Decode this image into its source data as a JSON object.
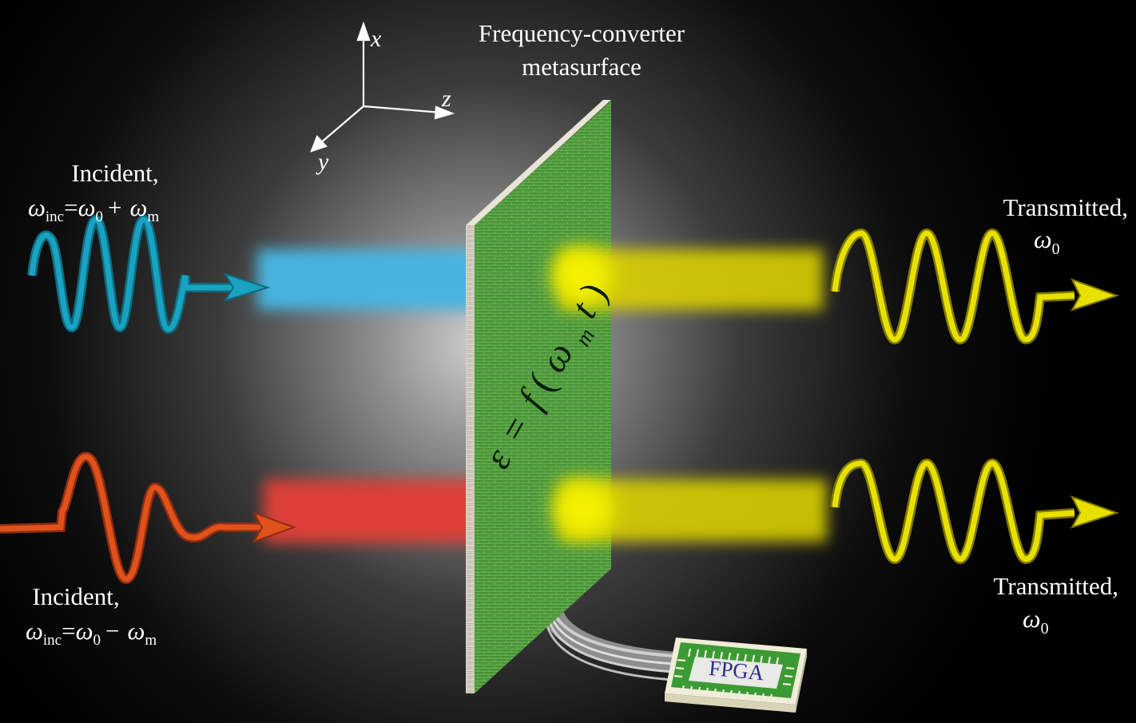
{
  "title": {
    "line1": "Frequency-converter",
    "line2": "metasurface"
  },
  "axes": {
    "x": "x",
    "y": "y",
    "z": "z"
  },
  "incident_top": {
    "label": "Incident,",
    "omega": "ω",
    "inc_sub": "inc",
    "equals": "=",
    "zero_sub": "0",
    "op": "+",
    "m_sub": "m",
    "color": "#1aa3c0",
    "beam_color": "#46b4e0"
  },
  "incident_bottom": {
    "label": "Incident,",
    "omega": "ω",
    "inc_sub": "inc",
    "equals": "=",
    "zero_sub": "0",
    "op": "−",
    "m_sub": "m",
    "color": "#e0521c",
    "beam_color": "#dc4038"
  },
  "transmitted_top": {
    "label": "Transmitted,",
    "omega": "ω",
    "zero_sub": "0",
    "color": "#e8e000"
  },
  "transmitted_bottom": {
    "label": "Transmitted,",
    "omega": "ω",
    "zero_sub": "0",
    "color": "#e8e000"
  },
  "metasurface": {
    "formula_eps": "ε",
    "formula_eq": "=",
    "formula_f": "f",
    "formula_open": "(",
    "formula_omega": "ω",
    "formula_m": "m",
    "formula_t": "t",
    "formula_close": ")",
    "color": "#4f9a3c"
  },
  "chip": {
    "label": "FPGA",
    "label_color": "#2a2f8a",
    "board_color": "#3c9a34"
  }
}
